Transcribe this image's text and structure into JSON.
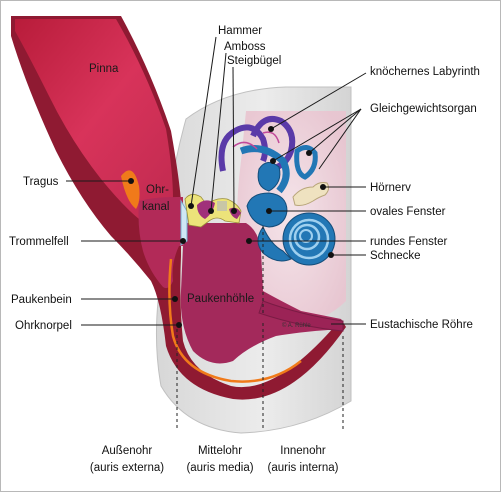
{
  "labels": {
    "pinna": "Pinna",
    "tragus": "Tragus",
    "ohrkanal_1": "Ohr-",
    "ohrkanal_2": "kanal",
    "trommelfell": "Trommelfell",
    "paukenbein": "Paukenbein",
    "ohrknorpel": "Ohrknorpel",
    "paukenhoehle": "Paukenhöhle",
    "hammer": "Hammer",
    "amboss": "Amboss",
    "steigbuegel": "Steigbügel",
    "labyrinth": "knöchernes Labyrinth",
    "gleichgewicht": "Gleichgewichtsorgan",
    "hoernerv": "Hörnerv",
    "ovales_fenster": "ovales Fenster",
    "rundes_fenster": "rundes Fenster",
    "schnecke": "Schnecke",
    "eustachische": "Eustachische Röhre",
    "copyright": "© A. Rühle"
  },
  "sections": {
    "aussen_1": "Außenohr",
    "aussen_2": "(auris externa)",
    "mittel_1": "Mittelohr",
    "mittel_2": "(auris media)",
    "innen_1": "Innenohr",
    "innen_2": "(auris interna)"
  },
  "colors": {
    "skin": "#cc2a4a",
    "canal": "#a8285a",
    "bone": "#f0f0f0",
    "inner_blue": "#2277b5",
    "labyrinth_purple": "#5a3aa8",
    "ossicles": "#e8e070",
    "nerve": "#efe2c0",
    "cartilage_orange": "#f07a1a"
  }
}
